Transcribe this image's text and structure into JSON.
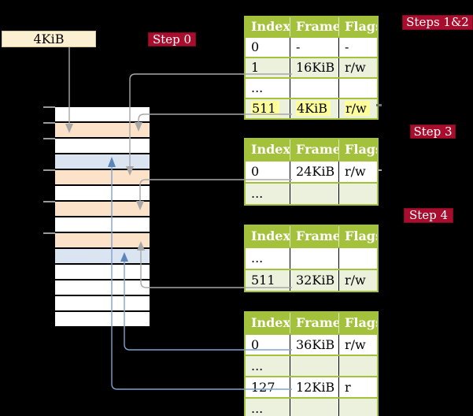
{
  "colors": {
    "bg": "#000000",
    "header_green": "#a4c13c",
    "row_green": "#ebf1dd",
    "row_white": "#ffffff",
    "peach": "#fbe2c8",
    "blue": "#dbe5f2",
    "cream": "#fcf0d2",
    "badge_red": "#a80d2d",
    "highlight_yellow": "#ffff99",
    "gray_line": "#a8a8a8",
    "blue_line": "#7fa3d2",
    "blue_arrow": "#5c85ba"
  },
  "frame_box": {
    "label": "4KiB"
  },
  "badges": {
    "step0": "Step 0",
    "steps12": "Steps 1&2",
    "step3": "Step 3",
    "step4": "Step 4"
  },
  "memory": {
    "rows": [
      "white",
      "peach",
      "white",
      "blue",
      "peach",
      "white",
      "peach",
      "white",
      "peach",
      "blue",
      "white",
      "white",
      "white",
      "white"
    ],
    "tick_rows": [
      0,
      1,
      2,
      4,
      6,
      8
    ]
  },
  "tables": [
    {
      "id": "page-table-1",
      "headers": [
        "Index",
        "Frame",
        "Flags"
      ],
      "rows": [
        {
          "cells": [
            "0",
            "-",
            "-"
          ],
          "shaded": false,
          "highlight": false
        },
        {
          "cells": [
            "1",
            "16KiB",
            "r/w"
          ],
          "shaded": true,
          "highlight": false
        },
        {
          "cells": [
            "...",
            "",
            ""
          ],
          "shaded": false,
          "highlight": false
        },
        {
          "cells": [
            "511",
            "4KiB",
            "r/w"
          ],
          "shaded": true,
          "highlight": true
        }
      ]
    },
    {
      "id": "page-table-2",
      "headers": [
        "Index",
        "Frame",
        "Flags"
      ],
      "rows": [
        {
          "cells": [
            "0",
            "24KiB",
            "r/w"
          ],
          "shaded": false,
          "highlight": false
        },
        {
          "cells": [
            "...",
            "",
            ""
          ],
          "shaded": true,
          "highlight": false
        }
      ]
    },
    {
      "id": "page-table-3",
      "headers": [
        "Index",
        "Frame",
        "Flags"
      ],
      "rows": [
        {
          "cells": [
            "...",
            "",
            ""
          ],
          "shaded": false,
          "highlight": false
        },
        {
          "cells": [
            "511",
            "32KiB",
            "r/w"
          ],
          "shaded": true,
          "highlight": false
        }
      ]
    },
    {
      "id": "page-table-4",
      "headers": [
        "Index",
        "Frame",
        "Flags"
      ],
      "rows": [
        {
          "cells": [
            "0",
            "36KiB",
            "r/w"
          ],
          "shaded": false,
          "highlight": false
        },
        {
          "cells": [
            "...",
            "",
            ""
          ],
          "shaded": true,
          "highlight": false
        },
        {
          "cells": [
            "127",
            "12KiB",
            "r"
          ],
          "shaded": false,
          "highlight": false
        },
        {
          "cells": [
            "...",
            "",
            ""
          ],
          "shaded": true,
          "highlight": false
        }
      ]
    }
  ]
}
